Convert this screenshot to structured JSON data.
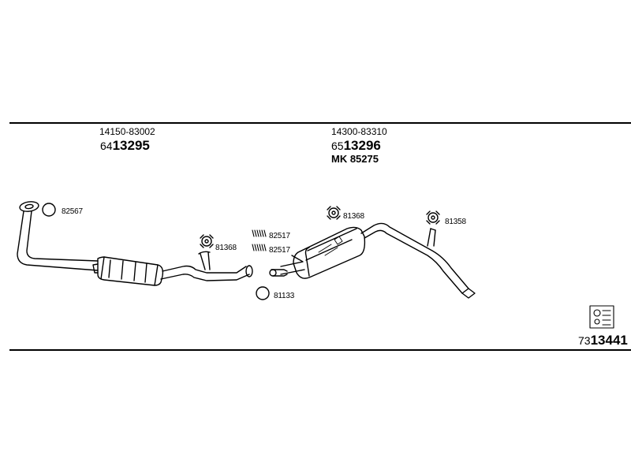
{
  "groups": [
    {
      "ref": "14150-83002",
      "pn_prefix": "64",
      "pn_main": "13295"
    },
    {
      "ref": "14300-83310",
      "pn_prefix": "65",
      "pn_main": "13296",
      "kit": "MK 85275"
    }
  ],
  "callouts": {
    "gasket_front": "82567",
    "hanger_mid": "81368",
    "spring_a": "82517",
    "spring_b": "82517",
    "ring_mid": "81133",
    "hanger_rear1": "81368",
    "hanger_rear2": "81358"
  },
  "kit_code": {
    "prefix": "73",
    "main": "13441"
  }
}
